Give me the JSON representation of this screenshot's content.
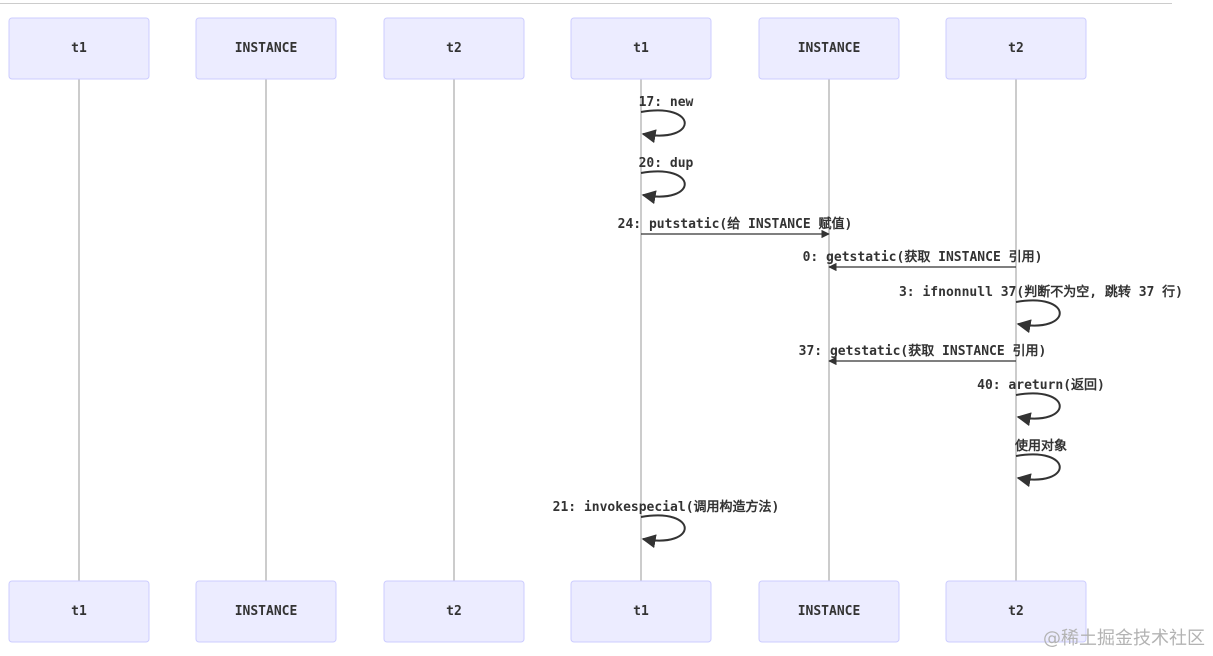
{
  "participants": [
    {
      "id": "p1",
      "label": "t1"
    },
    {
      "id": "p2",
      "label": "INSTANCE"
    },
    {
      "id": "p3",
      "label": "t2"
    },
    {
      "id": "p4",
      "label": "t1"
    },
    {
      "id": "p5",
      "label": "INSTANCE"
    },
    {
      "id": "p6",
      "label": "t2"
    }
  ],
  "messages": [
    {
      "from": "p4",
      "to": "p4",
      "text": "17: new"
    },
    {
      "from": "p4",
      "to": "p4",
      "text": "20: dup"
    },
    {
      "from": "p4",
      "to": "p5",
      "text": "24: putstatic(给 INSTANCE 赋值)"
    },
    {
      "from": "p6",
      "to": "p5",
      "text": "0: getstatic(获取 INSTANCE 引用)"
    },
    {
      "from": "p6",
      "to": "p6",
      "text": "3: ifnonnull 37(判断不为空, 跳转 37 行)"
    },
    {
      "from": "p6",
      "to": "p5",
      "text": "37: getstatic(获取 INSTANCE 引用)"
    },
    {
      "from": "p6",
      "to": "p6",
      "text": "40: areturn(返回)"
    },
    {
      "from": "p6",
      "to": "p6",
      "text": "使用对象"
    },
    {
      "from": "p4",
      "to": "p4",
      "text": "21: invokespecial(调用构造方法)"
    }
  ],
  "watermark": "@稀土掘金技术社区",
  "colors": {
    "actor_fill": "#ECECFF",
    "actor_stroke": "#CCCCFF",
    "line": "#333333",
    "lifeline": "#999999"
  }
}
